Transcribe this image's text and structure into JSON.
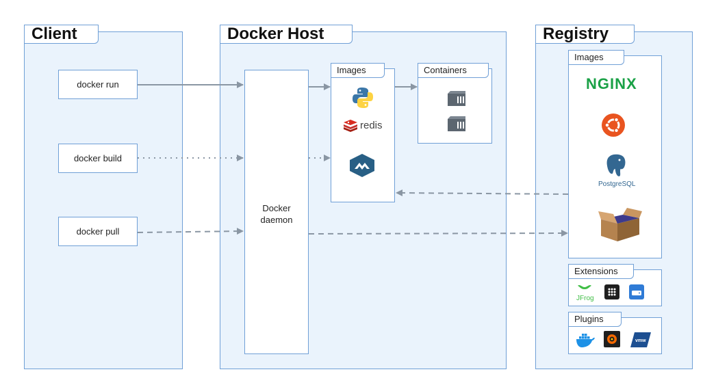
{
  "client": {
    "title": "Client",
    "commands": [
      "docker run",
      "docker build",
      "docker pull"
    ]
  },
  "host": {
    "title": "Docker Host",
    "daemon_line1": "Docker",
    "daemon_line2": "daemon",
    "images_title": "Images",
    "containers_title": "Containers",
    "redis_label": "redis"
  },
  "registry": {
    "title": "Registry",
    "images_title": "Images",
    "nginx_label": "NGINX",
    "postgres_label": "PostgreSQL",
    "extensions_title": "Extensions",
    "jfrog_label": "JFrog",
    "plugins_title": "Plugins",
    "vmw_label": "vmw"
  },
  "colors": {
    "panel_bg": "#eaf3fc",
    "panel_border": "#6f9fd6",
    "arrow": "#8a96a3",
    "nginx": "#1aa146",
    "ubuntu": "#e95420",
    "redis": "#d82c20",
    "postgres": "#336791",
    "docker_blue": "#1d91e6"
  },
  "icons": {
    "python": "python-icon",
    "redis": "redis-icon",
    "portainer": "portainer-icon",
    "container": "container-icon",
    "nginx": "nginx-logo",
    "ubuntu": "ubuntu-icon",
    "postgres": "postgresql-icon",
    "box": "box-icon",
    "jfrog": "jfrog-icon",
    "dots": "dots-grid-icon",
    "disk": "disk-icon",
    "docker": "docker-whale-icon",
    "grafana": "grafana-icon",
    "vmware": "vmware-icon"
  }
}
